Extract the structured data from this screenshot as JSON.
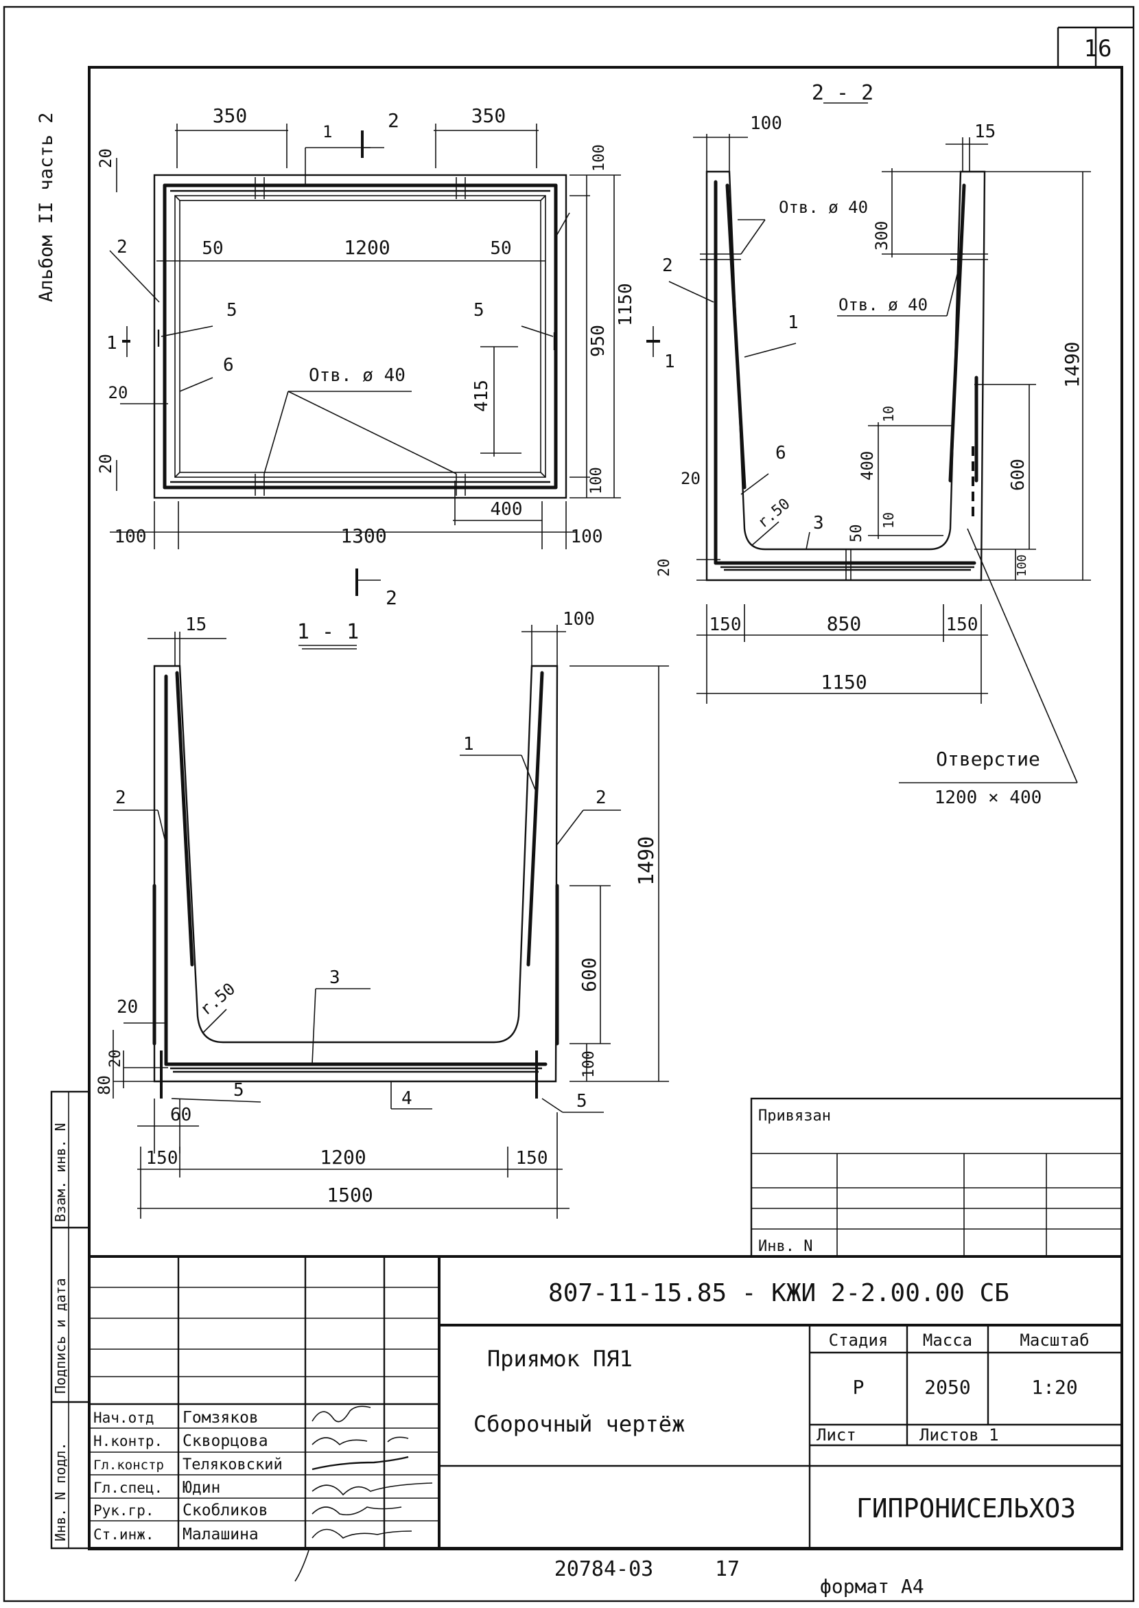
{
  "sheet": {
    "page_number": "16",
    "album_label": "Альбом II часть 2"
  },
  "plan": {
    "dims": {
      "w350a": "350",
      "w350b": "350",
      "w50a": "50",
      "w1200": "1200",
      "w50b": "50",
      "w100a": "100",
      "w1300": "1300",
      "w100b": "100",
      "w400": "400",
      "h20a": "20",
      "h20b": "20",
      "h20c": "20",
      "h100a": "100",
      "h950": "950",
      "h1150": "1150",
      "h100b": "100",
      "h415": "415"
    },
    "marks": {
      "m1": "1",
      "m2": "2",
      "m5a": "5",
      "m5b": "5",
      "m6": "6"
    },
    "cut_marks": {
      "top": "2",
      "bottom": "2",
      "left": "1",
      "right": "1"
    },
    "hole_label": "Отв. ø 40"
  },
  "section_22": {
    "title": "2 - 2",
    "dims": {
      "d100": "100",
      "d15": "15",
      "d300": "300",
      "d1490": "1490",
      "d20a": "20",
      "d400": "400",
      "d10a": "10",
      "d600": "600",
      "d50": "50",
      "d10b": "10",
      "d20b": "20",
      "d100b": "100",
      "d150a": "150",
      "d850": "850",
      "d150b": "150",
      "d1150": "1150",
      "radius": "r.50"
    },
    "marks": {
      "m1": "1",
      "m2": "2",
      "m3": "3",
      "m6": "6"
    },
    "hole_top": "Отв. ø 40",
    "hole_right": "Отв. ø 40",
    "opening_label": "Отверстие",
    "opening_size": "1200 × 400"
  },
  "section_11": {
    "title": "1 - 1",
    "dims": {
      "d15": "15",
      "d100": "100",
      "d1490": "1490",
      "d600": "600",
      "d20a": "20",
      "d100b": "100",
      "d80": "80",
      "d20b": "20",
      "d60": "60",
      "d150a": "150",
      "d1200": "1200",
      "d150b": "150",
      "d1500": "1500",
      "radius": "r.50"
    },
    "marks": {
      "m1": "1",
      "m2a": "2",
      "m2b": "2",
      "m3": "3",
      "m4": "4",
      "m5a": "5",
      "m5b": "5"
    }
  },
  "side_stamp": {
    "vzam_inv": "Взам. инв. N",
    "podpis": "Подпись и дата",
    "inv_podl": "Инв. N подл."
  },
  "binding": {
    "privyazan": "Привязан",
    "inv_n": "Инв. N"
  },
  "title_block": {
    "doc_code": "807-11-15.85 - КЖИ 2-2.00.00 СБ",
    "item_name": "Приямок ПЯ1",
    "drawing_type": "Сборочный чертёж",
    "org": "ГИПРОНИСЕЛЬХОЗ",
    "headers": {
      "stage": "Стадия",
      "mass": "Масса",
      "scale": "Масштаб",
      "sheet": "Лист",
      "sheets": "Листов 1"
    },
    "values": {
      "stage": "Р",
      "mass": "2050",
      "scale": "1:20"
    },
    "staff": [
      {
        "role": "Нач.отд",
        "name": "Гомзяков"
      },
      {
        "role": "Н.контр.",
        "name": "Скворцова"
      },
      {
        "role": "Гл.констр",
        "name": "Теляковский"
      },
      {
        "role": "Гл.спец.",
        "name": "Юдин"
      },
      {
        "role": "Рук.гр.",
        "name": "Скобликов"
      },
      {
        "role": "Ст.инж.",
        "name": "Малашина"
      }
    ]
  },
  "footer": {
    "archive_no": "20784-03",
    "copy_no": "17",
    "format": "формат А4"
  }
}
